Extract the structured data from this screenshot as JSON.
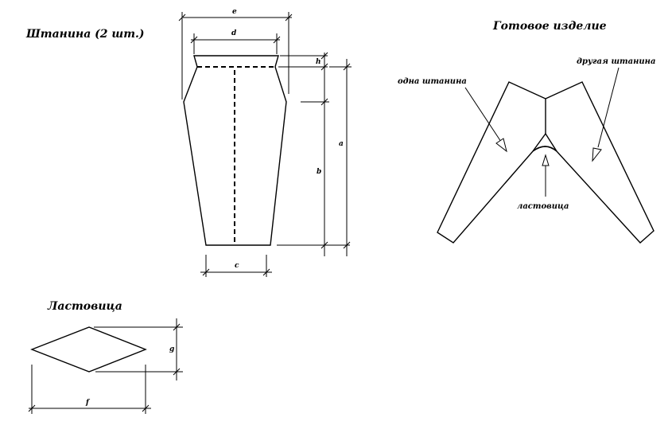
{
  "titles": {
    "leg_pattern": "Штанина (2 шт.)",
    "finished": "Готовое изделие",
    "gusset": "Ластовица"
  },
  "dimensions": {
    "a": "a",
    "b": "b",
    "c": "c",
    "d": "d",
    "e": "e",
    "f": "f",
    "g": "g",
    "h": "h"
  },
  "annotations": {
    "one_leg": "одна штанина",
    "other_leg": "другая штанина",
    "gusset": "ластовица"
  }
}
